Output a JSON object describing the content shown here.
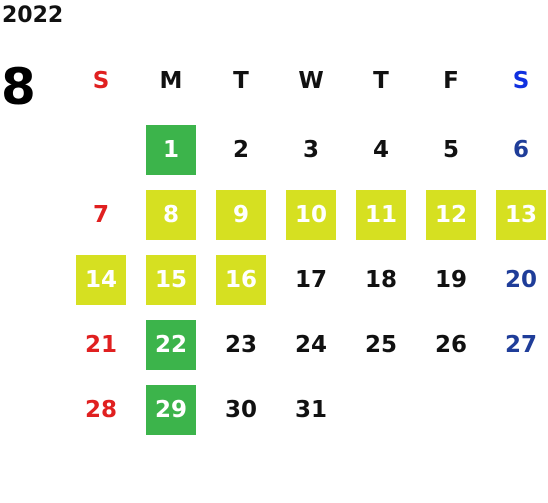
{
  "year": "2022",
  "month": "8",
  "colors": {
    "sunday": "#e02020",
    "saturday_header": "#1030e0",
    "saturday": "#1f3d99",
    "weekday": "#111111",
    "green": "#3cb44b",
    "lime": "#d6e021",
    "on_highlight": "#ffffff"
  },
  "weekdays": [
    "S",
    "M",
    "T",
    "W",
    "T",
    "F",
    "S"
  ],
  "weeks": [
    [
      {
        "day": ""
      },
      {
        "day": "1",
        "hl": "green"
      },
      {
        "day": "2"
      },
      {
        "day": "3"
      },
      {
        "day": "4"
      },
      {
        "day": "5"
      },
      {
        "day": "6"
      }
    ],
    [
      {
        "day": "7"
      },
      {
        "day": "8",
        "hl": "lime"
      },
      {
        "day": "9",
        "hl": "lime"
      },
      {
        "day": "10",
        "hl": "lime"
      },
      {
        "day": "11",
        "hl": "lime"
      },
      {
        "day": "12",
        "hl": "lime"
      },
      {
        "day": "13",
        "hl": "lime"
      }
    ],
    [
      {
        "day": "14",
        "hl": "lime"
      },
      {
        "day": "15",
        "hl": "lime"
      },
      {
        "day": "16",
        "hl": "lime"
      },
      {
        "day": "17"
      },
      {
        "day": "18"
      },
      {
        "day": "19"
      },
      {
        "day": "20"
      }
    ],
    [
      {
        "day": "21"
      },
      {
        "day": "22",
        "hl": "green"
      },
      {
        "day": "23"
      },
      {
        "day": "24"
      },
      {
        "day": "25"
      },
      {
        "day": "26"
      },
      {
        "day": "27"
      }
    ],
    [
      {
        "day": "28"
      },
      {
        "day": "29",
        "hl": "green"
      },
      {
        "day": "30"
      },
      {
        "day": "31"
      },
      {
        "day": ""
      },
      {
        "day": ""
      },
      {
        "day": ""
      }
    ]
  ]
}
